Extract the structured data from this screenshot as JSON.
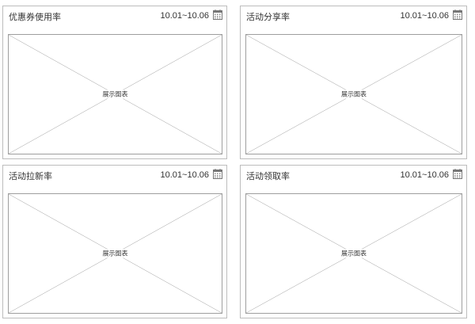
{
  "panels": [
    {
      "title": "优惠券使用率",
      "date_range": "10.01~10.06",
      "icon": "calendar-icon",
      "placeholder": "展示图表"
    },
    {
      "title": "活动分享率",
      "date_range": "10.01~10.06",
      "icon": "calendar-icon",
      "placeholder": "展示图表"
    },
    {
      "title": "活动拉新率",
      "date_range": "10.01~10.06",
      "icon": "calendar-icon",
      "placeholder": "展示图表"
    },
    {
      "title": "活动领取率",
      "date_range": "10.01~10.06",
      "icon": "calendar-icon",
      "placeholder": "展示图表"
    }
  ],
  "colors": {
    "border": "#bdbdbd",
    "placeholder_line": "#9e9e9e",
    "text": "#333333",
    "icon": "#777777"
  }
}
